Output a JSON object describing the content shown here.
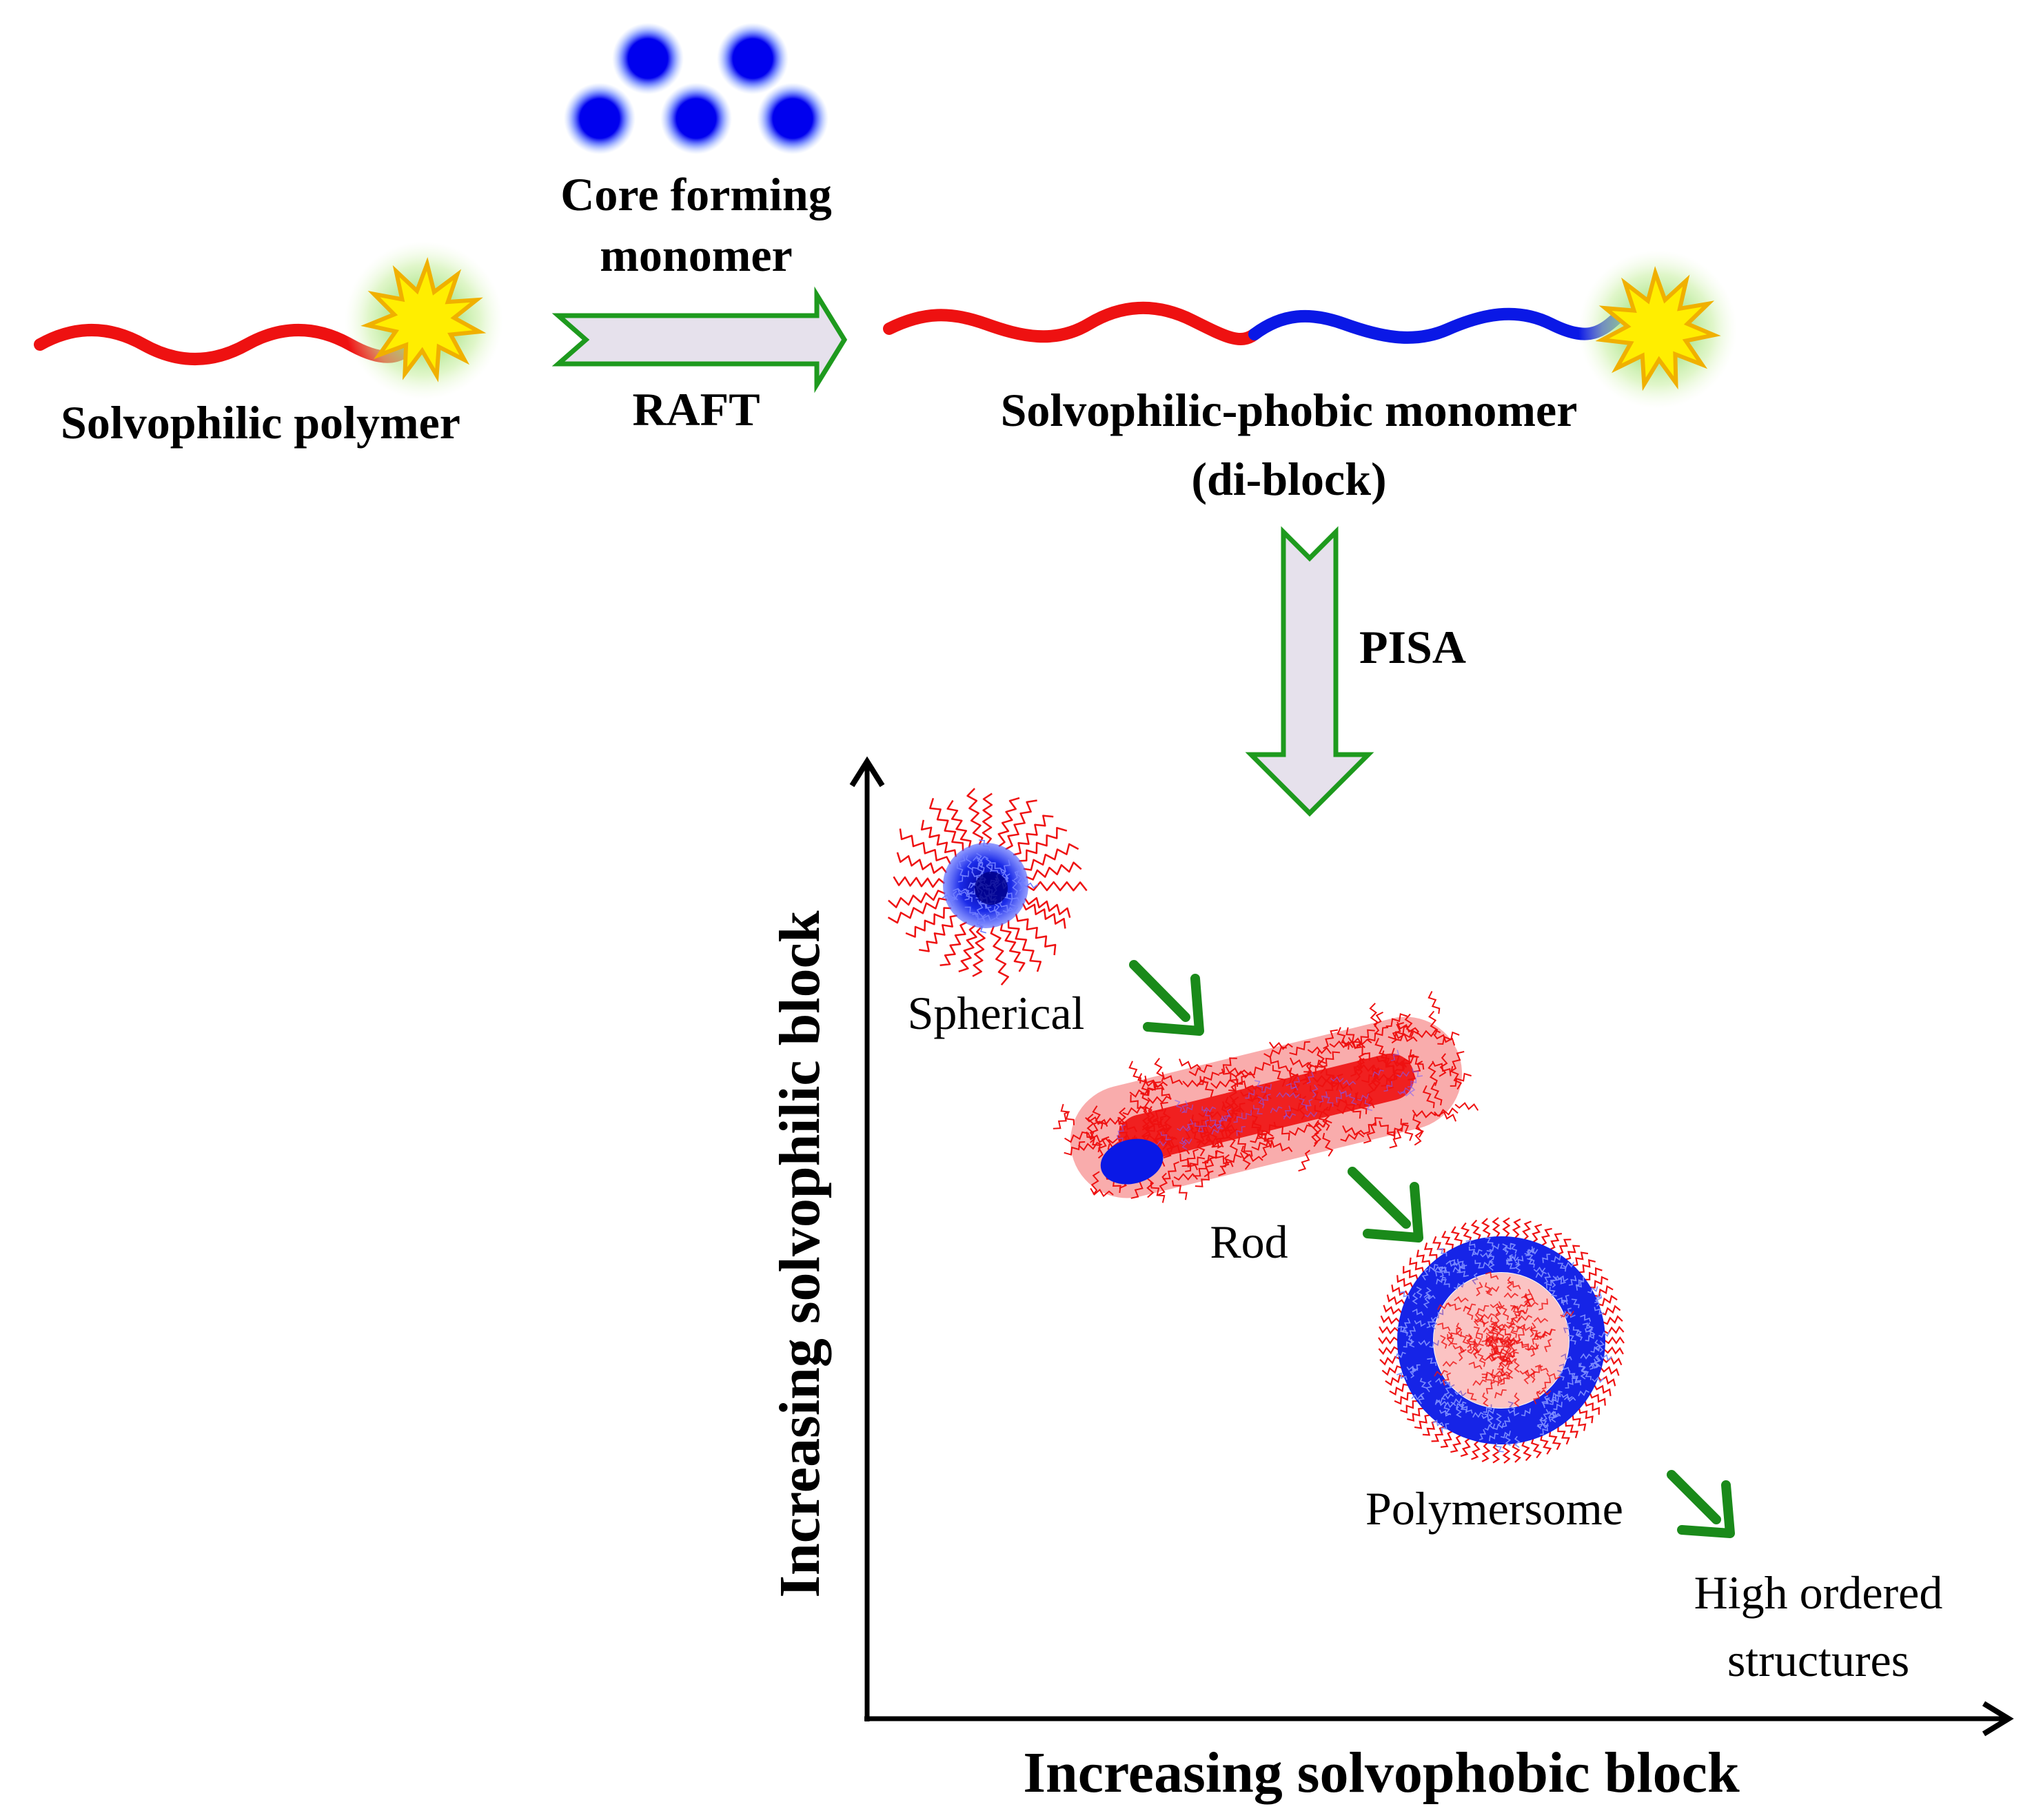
{
  "labels": {
    "core_forming_line1": "Core forming",
    "core_forming_line2": "monomer",
    "solvophilic_polymer": "Solvophilic polymer",
    "raft": "RAFT",
    "diblock_line1": "Solvophilic-phobic monomer",
    "diblock_line2": "(di-block)",
    "pisa": "PISA",
    "y_axis": "Increasing solvophilic block",
    "x_axis": "Increasing solvophobic block"
  },
  "morphologies": [
    {
      "label": "Spherical"
    },
    {
      "label": "Rod"
    },
    {
      "label": "Polymersome"
    },
    {
      "label_line1": "High ordered",
      "label_line2": "structures"
    }
  ],
  "colors": {
    "solvophilic_block": "#ee1111",
    "solvophobic_block": "#0a18e6",
    "monomer": "#0000ee",
    "process_arrow_fill": "#e6e1ec",
    "process_arrow_stroke": "#1e9a1e",
    "transition_arrow": "#1a8a1a",
    "raft_agent": "#ffee00",
    "axis": "#000000"
  }
}
